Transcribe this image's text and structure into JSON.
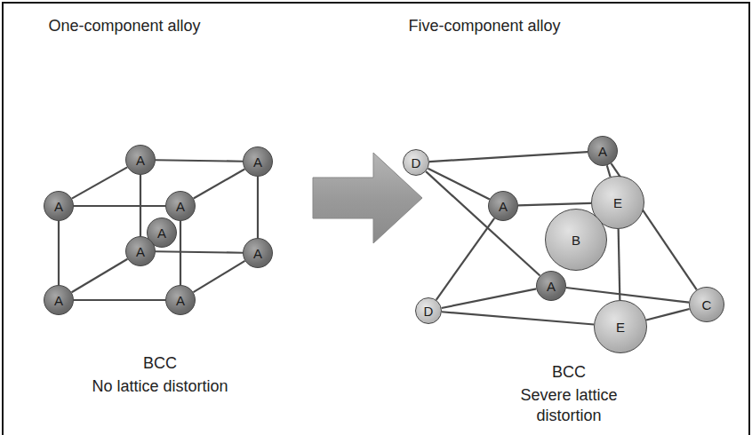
{
  "diagram": {
    "nodes": [
      {
        "text": [
          "A"
        ]
      },
      {
        "text": [
          "A"
        ]
      },
      {
        "text": [
          "A"
        ]
      },
      {
        "text": [
          "A"
        ]
      },
      {
        "text": [
          "A"
        ]
      },
      {
        "text": [
          "A"
        ]
      },
      {
        "text": [
          "A"
        ]
      },
      {
        "text": [
          "A"
        ]
      },
      {
        "text": [
          "A"
        ]
      },
      {
        "text": [
          "D"
        ]
      },
      {
        "text": [
          "A"
        ]
      },
      {
        "text": [
          "A"
        ]
      },
      {
        "text": [
          "E"
        ]
      },
      {
        "text": [
          "B"
        ]
      },
      {
        "text": [
          "A"
        ]
      },
      {
        "text": [
          "C"
        ]
      },
      {
        "text": [
          "D"
        ]
      },
      {
        "text": [
          "E"
        ]
      }
    ],
    "edges": [
      {
        "from": 0,
        "to": 1,
        "arrow": "none"
      },
      {
        "from": 2,
        "to": 3,
        "arrow": "none"
      },
      {
        "from": 0,
        "to": 2,
        "arrow": "none"
      },
      {
        "from": 1,
        "to": 3,
        "arrow": "none"
      },
      {
        "from": 7,
        "to": 8,
        "arrow": "none"
      },
      {
        "from": 5,
        "to": 6,
        "arrow": "none"
      },
      {
        "from": 5,
        "to": 7,
        "arrow": "none"
      },
      {
        "from": 6,
        "to": 8,
        "arrow": "none"
      },
      {
        "from": 2,
        "to": 7,
        "arrow": "none"
      },
      {
        "from": 3,
        "to": 8,
        "arrow": "none"
      },
      {
        "from": 0,
        "to": 5,
        "arrow": "none"
      },
      {
        "from": 1,
        "to": 6,
        "arrow": "none"
      },
      {
        "from": 9,
        "to": 10,
        "arrow": "none"
      },
      {
        "from": 10,
        "to": 12,
        "arrow": "none"
      },
      {
        "from": 12,
        "to": 11,
        "arrow": "none"
      },
      {
        "from": 11,
        "to": 9,
        "arrow": "none"
      },
      {
        "from": 16,
        "to": 17,
        "arrow": "none"
      },
      {
        "from": 17,
        "to": 15,
        "arrow": "none"
      },
      {
        "from": 15,
        "to": 14,
        "arrow": "none"
      },
      {
        "from": 14,
        "to": 16,
        "arrow": "none"
      },
      {
        "from": 11,
        "to": 16,
        "arrow": "none"
      },
      {
        "from": 12,
        "to": 17,
        "arrow": "none"
      },
      {
        "from": 10,
        "to": 15,
        "arrow": "none"
      },
      {
        "from": 9,
        "to": 14,
        "arrow": "none"
      }
    ],
    "labels": [
      "One-component alloy",
      "Five-component alloy",
      "BCC",
      "No lattice distortion",
      "BCC",
      "Severe lattice distortion"
    ]
  }
}
